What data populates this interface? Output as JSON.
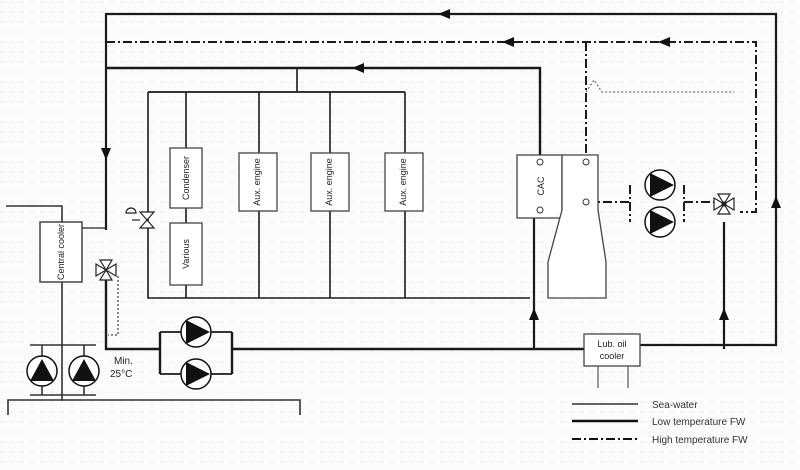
{
  "components": {
    "central_cooler": "Central cooler",
    "condenser": "Condenser",
    "various": "Various",
    "aux_engine_1": "Aux. engine",
    "aux_engine_2": "Aux. engine",
    "aux_engine_3": "Aux. engine",
    "cac": "CAC",
    "lub_oil_cooler_line1": "Lub. oil",
    "lub_oil_cooler_line2": "cooler"
  },
  "temperature": {
    "line1": "Min.",
    "line2": "25°C"
  },
  "legend": {
    "sea_water": "Sea-water",
    "low_temp": "Low temperature FW",
    "high_temp": "High temperature FW"
  },
  "colors": {
    "line": "#1a1a1a",
    "box_stroke": "#444444",
    "box_fill": "#ffffff"
  }
}
